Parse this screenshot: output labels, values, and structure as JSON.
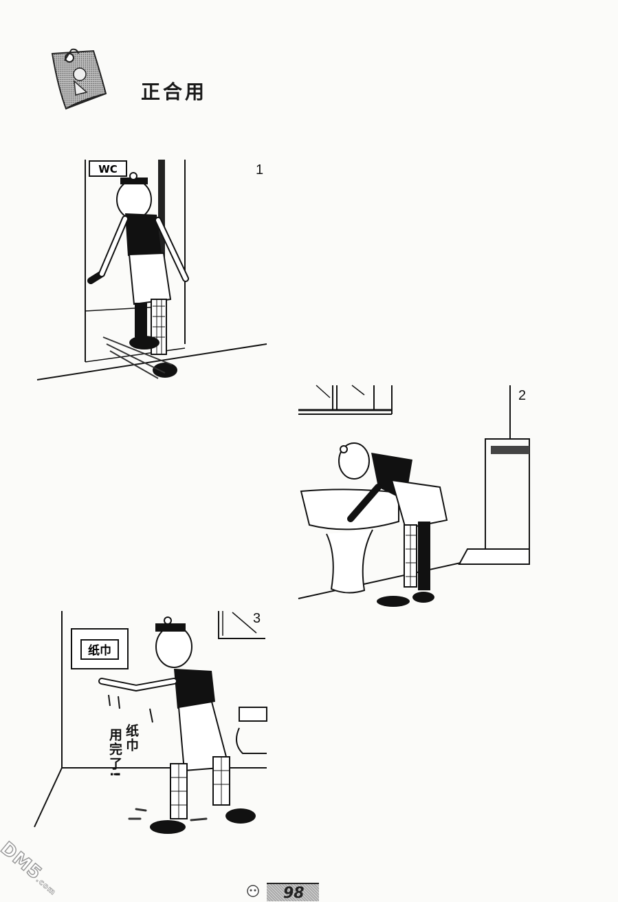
{
  "header": {
    "title": "正合用",
    "badge_icon": "pinned-note-icon"
  },
  "panels": [
    {
      "number": "1",
      "sign_text": "WC",
      "description": "Man in vest and checkered trousers walking through restroom door"
    },
    {
      "number": "2",
      "description": "Man bending over a sink washing his hands"
    },
    {
      "number": "3",
      "dispenser_label": "纸巾",
      "speech_line1": "纸巾",
      "speech_line2": "用完了!",
      "description": "Man with wet dripping hands at an empty paper towel dispenser"
    }
  ],
  "footer": {
    "page_number": "98",
    "watermark": "DM5",
    "watermark_suffix": ".com"
  }
}
